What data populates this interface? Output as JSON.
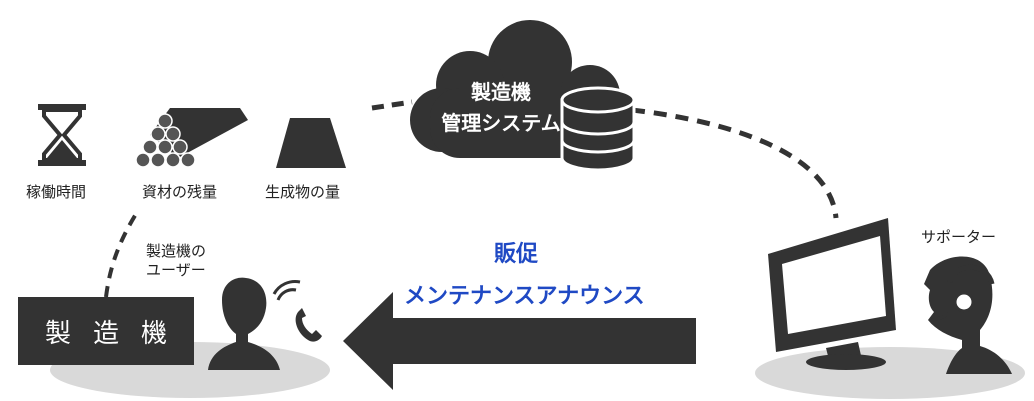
{
  "cloud": {
    "line1": "製造機",
    "line2": "管理システム"
  },
  "indicators": [
    {
      "icon": "hourglass-icon",
      "label": "稼働時間"
    },
    {
      "icon": "materials-icon",
      "label": "資材の残量"
    },
    {
      "icon": "output-icon",
      "label": "生成物の量"
    }
  ],
  "machine": {
    "label": "製造機"
  },
  "user": {
    "label_line1": "製造機の",
    "label_line2": "ユーザー"
  },
  "supporter": {
    "label": "サポーター"
  },
  "message": {
    "line1": "販促",
    "line2": "メンテナンスアナウンス"
  },
  "colors": {
    "dark": "#333333",
    "blue": "#1f49c4",
    "ellipse": "#d9d9d9"
  }
}
